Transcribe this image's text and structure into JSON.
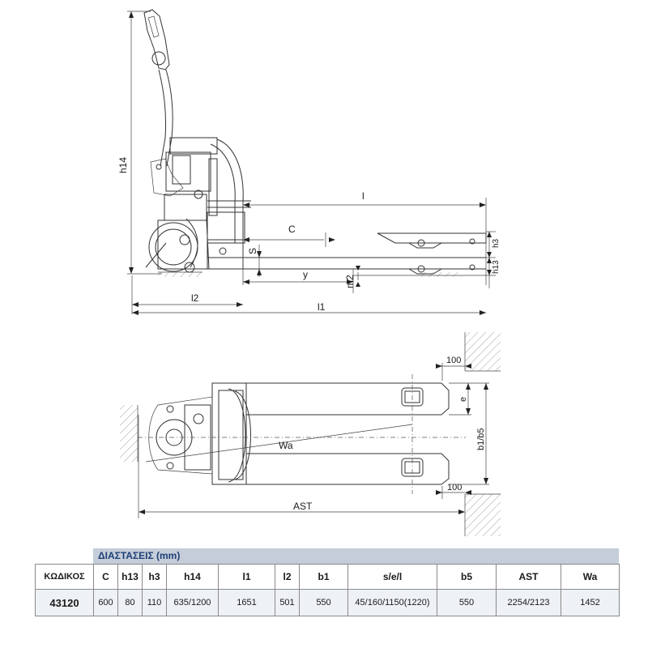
{
  "side_view_labels": {
    "h14": "h14",
    "l": "l",
    "C": "C",
    "S": "S",
    "y": "y",
    "m2": "m2",
    "h3": "h3",
    "h13": "h13",
    "l2": "l2",
    "l1": "l1"
  },
  "top_view_labels": {
    "clearance_top": "100",
    "clearance_bottom": "100",
    "e": "e",
    "b1_b5": "b1/b5",
    "Wa": "Wa",
    "AST": "AST"
  },
  "spec_table": {
    "title": "ΔΙΑΣΤΑΣΕΙΣ (mm)",
    "headers": {
      "code": "ΚΩΔΙΚΟΣ",
      "C": "C",
      "h13": "h13",
      "h3": "h3",
      "h14": "h14",
      "l1": "l1",
      "l2": "l2",
      "b1": "b1",
      "sel": "s/e/l",
      "b5": "b5",
      "ast": "AST",
      "wa": "Wa"
    },
    "row": {
      "code": "43120",
      "C": "600",
      "h13": "80",
      "h3": "110",
      "h14": "635/1200",
      "l1": "1651",
      "l2": "501",
      "b1": "550",
      "sel": "45/160/1150(1220)",
      "b5": "550",
      "ast": "2254/2123",
      "wa": "1452"
    }
  }
}
